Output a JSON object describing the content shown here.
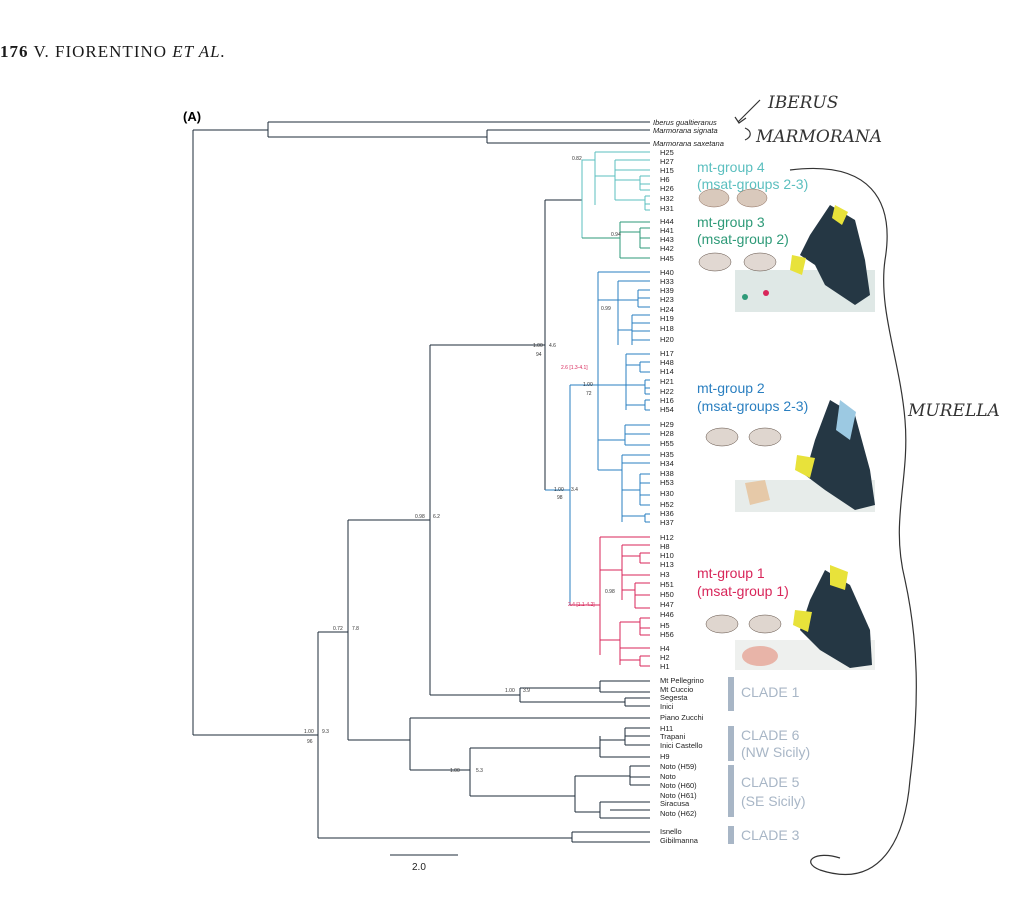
{
  "header": {
    "page_number": "176",
    "authors": "V. FIORENTINO",
    "etal": "ET AL."
  },
  "figure": {
    "panel_label": "(A)",
    "scale_bar_label": "2.0",
    "colors": {
      "mt4": "#5bbfbf",
      "mt3": "#2e9a78",
      "mt2": "#2a7fc0",
      "mt1": "#d8265a",
      "clade": "#a8b6c6",
      "dark": "#1d2b3a"
    },
    "groups": {
      "mt4": {
        "name": "mt-group 4",
        "sub": "(msat-groups 2-3)"
      },
      "mt3": {
        "name": "mt-group 3",
        "sub": "(msat-group 2)"
      },
      "mt2": {
        "name": "mt-group 2",
        "sub": "(msat-groups 2-3)"
      },
      "mt1": {
        "name": "mt-group 1",
        "sub": "(msat-group 1)"
      }
    },
    "clades": {
      "c1": {
        "name": "CLADE 1",
        "sub": ""
      },
      "c6": {
        "name": "CLADE 6",
        "sub": "(NW Sicily)"
      },
      "c5": {
        "name": "CLADE 5",
        "sub": "(SE Sicily)"
      },
      "c3": {
        "name": "CLADE 3",
        "sub": ""
      }
    },
    "outgroups": [
      "Iberus gualtieranus",
      "Marmorana signata",
      "Marmorana saxetana"
    ],
    "tips": {
      "mt4": [
        "H25",
        "H27",
        "H15",
        "H6",
        "H26",
        "H32",
        "H31"
      ],
      "mt3": [
        "H44",
        "H41",
        "H43",
        "H42",
        "H45"
      ],
      "mt2": [
        "H40",
        "H33",
        "H39",
        "H23",
        "H24",
        "H19",
        "H18",
        "H20",
        "H17",
        "H48",
        "H14",
        "H21",
        "H22",
        "H16",
        "H54",
        "H29",
        "H28",
        "H55",
        "H35",
        "H34",
        "H38",
        "H53",
        "H30",
        "H52",
        "H36",
        "H37"
      ],
      "mt1": [
        "H12",
        "H8",
        "H10",
        "H13",
        "H3",
        "H51",
        "H50",
        "H47",
        "H46",
        "H5",
        "H56",
        "H4",
        "H2",
        "H1"
      ],
      "clade_tips": [
        "Mt Pellegrino",
        "Mt Cuccio",
        "Segesta",
        "Inici",
        "Piano Zucchi",
        "H11",
        "Trapani",
        "Inici Castello",
        "H9",
        "Noto (H59)",
        "Noto",
        "Noto (H60)",
        "Noto (H61)",
        "Siracusa",
        "Noto (H62)",
        "Isnello",
        "Gibilmanna"
      ]
    },
    "node_supports": {
      "root": {
        "pp": "1.00",
        "bs": "96",
        "len": "9.3"
      },
      "n872": {
        "pp": "0.72",
        "len": "7.8"
      },
      "n998": {
        "pp": "0.98",
        "len": "6.2"
      },
      "n100a": {
        "pp": "1.00",
        "bs": "94",
        "len": "4.6"
      },
      "n100b": {
        "pp": "1.00",
        "bs": "98",
        "len": "3.4"
      },
      "n100c": {
        "pp": "1.00",
        "bs": "72"
      },
      "nclade1": {
        "pp": "1.00",
        "len": "3.9"
      },
      "nclade56": {
        "pp": "1.00",
        "len": "5.3"
      },
      "mt2_range": "2.6 [1.3-4.1]",
      "mt1_range": "2.4 [1.1-4.2]",
      "mt4_node": "0.82",
      "mt3_node": "0.94",
      "mt2_inner": "0.99",
      "mt1_inner": "0.98"
    },
    "annotations": {
      "iberus": "IBERUS",
      "marmorana": "MARMORANA",
      "murella": "MURELLA"
    }
  }
}
